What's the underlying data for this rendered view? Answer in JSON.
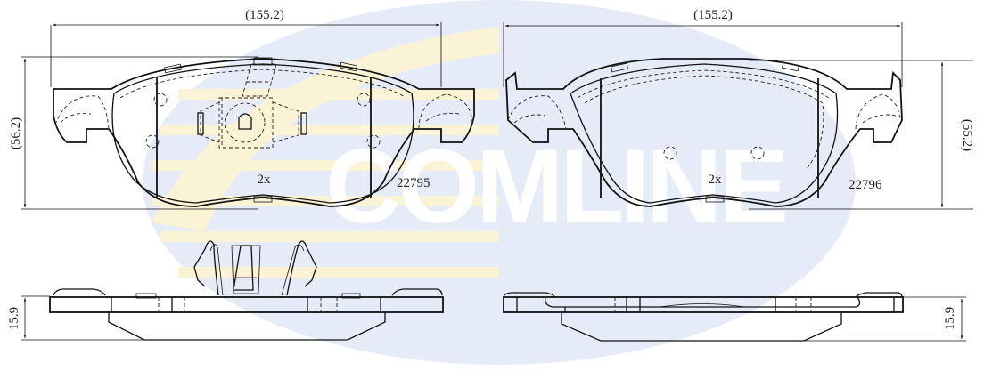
{
  "watermark": {
    "brand": "COMLINE",
    "colors": {
      "blue": "#e6ecf7",
      "yellow": "#fbf3d6",
      "text": "#ffffff"
    }
  },
  "drawing": {
    "pad_left": {
      "part_number": "22795",
      "quantity": "2x",
      "width_dim": "(155.2)",
      "height_dim": "(56.2)",
      "thickness_dim": "15.9"
    },
    "pad_right": {
      "part_number": "22796",
      "quantity": "2x",
      "width_dim": "(155.2)",
      "height_dim": "(55.2)",
      "thickness_dim": "15.9"
    }
  }
}
